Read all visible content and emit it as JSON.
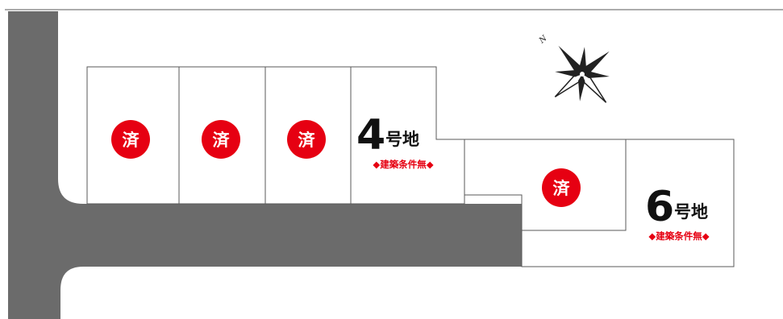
{
  "map": {
    "sold_mark": "済",
    "lot_suffix": "号地",
    "condition_note": "◆建築条件無◆",
    "north_label": "N",
    "colors": {
      "road": "#6b6b6b",
      "sold": "#e60012",
      "boundary": "#5a5a5a",
      "background": "#ffffff"
    },
    "lots": [
      {
        "id": "lot-1",
        "status": "sold"
      },
      {
        "id": "lot-2",
        "status": "sold"
      },
      {
        "id": "lot-3",
        "status": "sold"
      },
      {
        "id": "lot-4",
        "status": "available",
        "number": "4"
      },
      {
        "id": "lot-5",
        "status": "sold"
      },
      {
        "id": "lot-6",
        "status": "available",
        "number": "6"
      }
    ]
  }
}
